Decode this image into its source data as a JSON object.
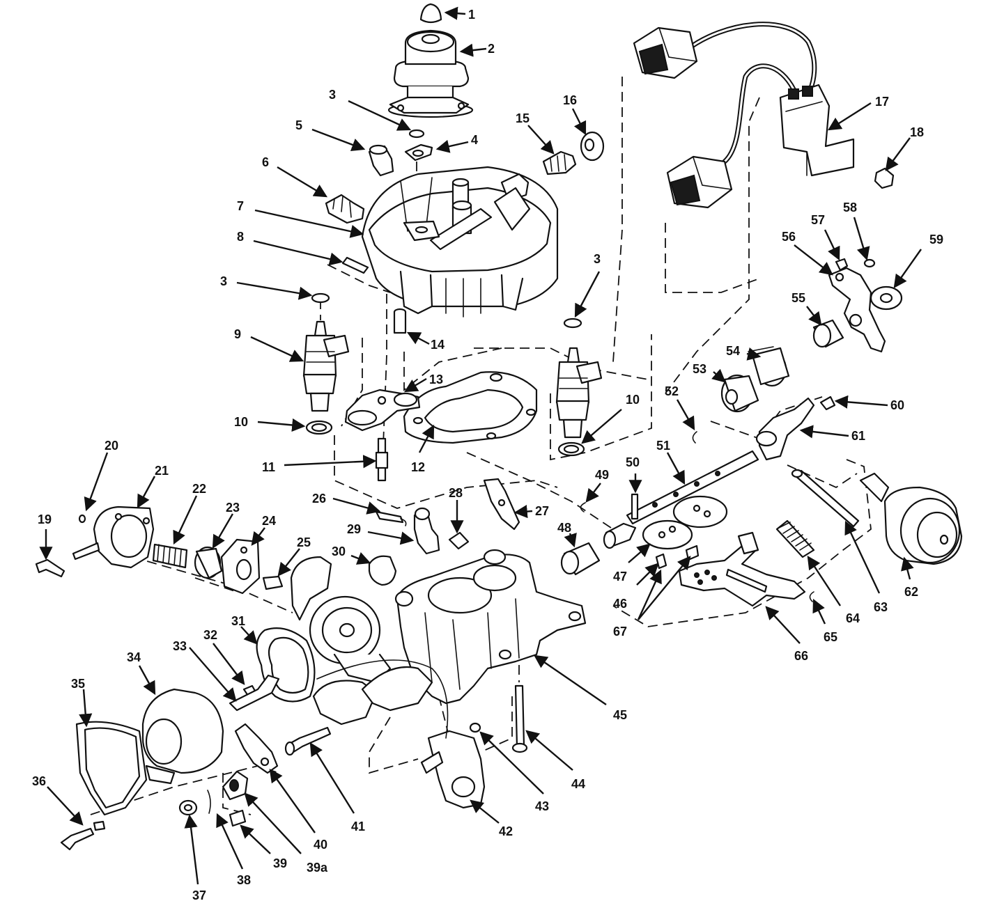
{
  "callouts": [
    {
      "id": "1",
      "label": "1"
    },
    {
      "id": "2",
      "label": "2"
    },
    {
      "id": "3a",
      "label": "3"
    },
    {
      "id": "4",
      "label": "4"
    },
    {
      "id": "5",
      "label": "5"
    },
    {
      "id": "6",
      "label": "6"
    },
    {
      "id": "7",
      "label": "7"
    },
    {
      "id": "8",
      "label": "8"
    },
    {
      "id": "3b",
      "label": "3"
    },
    {
      "id": "3c",
      "label": "3"
    },
    {
      "id": "9",
      "label": "9"
    },
    {
      "id": "10a",
      "label": "10"
    },
    {
      "id": "10b",
      "label": "10"
    },
    {
      "id": "11",
      "label": "11"
    },
    {
      "id": "12",
      "label": "12"
    },
    {
      "id": "13",
      "label": "13"
    },
    {
      "id": "14",
      "label": "14"
    },
    {
      "id": "15",
      "label": "15"
    },
    {
      "id": "16",
      "label": "16"
    },
    {
      "id": "17",
      "label": "17"
    },
    {
      "id": "18",
      "label": "18"
    },
    {
      "id": "19",
      "label": "19"
    },
    {
      "id": "20",
      "label": "20"
    },
    {
      "id": "21",
      "label": "21"
    },
    {
      "id": "22",
      "label": "22"
    },
    {
      "id": "23",
      "label": "23"
    },
    {
      "id": "24",
      "label": "24"
    },
    {
      "id": "25",
      "label": "25"
    },
    {
      "id": "26",
      "label": "26"
    },
    {
      "id": "27",
      "label": "27"
    },
    {
      "id": "28",
      "label": "28"
    },
    {
      "id": "29",
      "label": "29"
    },
    {
      "id": "30",
      "label": "30"
    },
    {
      "id": "31",
      "label": "31"
    },
    {
      "id": "32",
      "label": "32"
    },
    {
      "id": "33",
      "label": "33"
    },
    {
      "id": "34",
      "label": "34"
    },
    {
      "id": "35",
      "label": "35"
    },
    {
      "id": "36",
      "label": "36"
    },
    {
      "id": "37",
      "label": "37"
    },
    {
      "id": "38",
      "label": "38"
    },
    {
      "id": "39",
      "label": "39"
    },
    {
      "id": "39a",
      "label": "39a"
    },
    {
      "id": "40",
      "label": "40"
    },
    {
      "id": "41",
      "label": "41"
    },
    {
      "id": "42",
      "label": "42"
    },
    {
      "id": "43",
      "label": "43"
    },
    {
      "id": "44",
      "label": "44"
    },
    {
      "id": "45",
      "label": "45"
    },
    {
      "id": "46",
      "label": "46"
    },
    {
      "id": "47",
      "label": "47"
    },
    {
      "id": "48",
      "label": "48"
    },
    {
      "id": "49",
      "label": "49"
    },
    {
      "id": "50",
      "label": "50"
    },
    {
      "id": "51",
      "label": "51"
    },
    {
      "id": "52",
      "label": "52"
    },
    {
      "id": "53",
      "label": "53"
    },
    {
      "id": "54",
      "label": "54"
    },
    {
      "id": "55",
      "label": "55"
    },
    {
      "id": "56",
      "label": "56"
    },
    {
      "id": "57",
      "label": "57"
    },
    {
      "id": "58",
      "label": "58"
    },
    {
      "id": "59",
      "label": "59"
    },
    {
      "id": "60",
      "label": "60"
    },
    {
      "id": "61",
      "label": "61"
    },
    {
      "id": "62",
      "label": "62"
    },
    {
      "id": "63",
      "label": "63"
    },
    {
      "id": "64",
      "label": "64"
    },
    {
      "id": "65",
      "label": "65"
    },
    {
      "id": "66",
      "label": "66"
    },
    {
      "id": "67",
      "label": "67"
    }
  ]
}
